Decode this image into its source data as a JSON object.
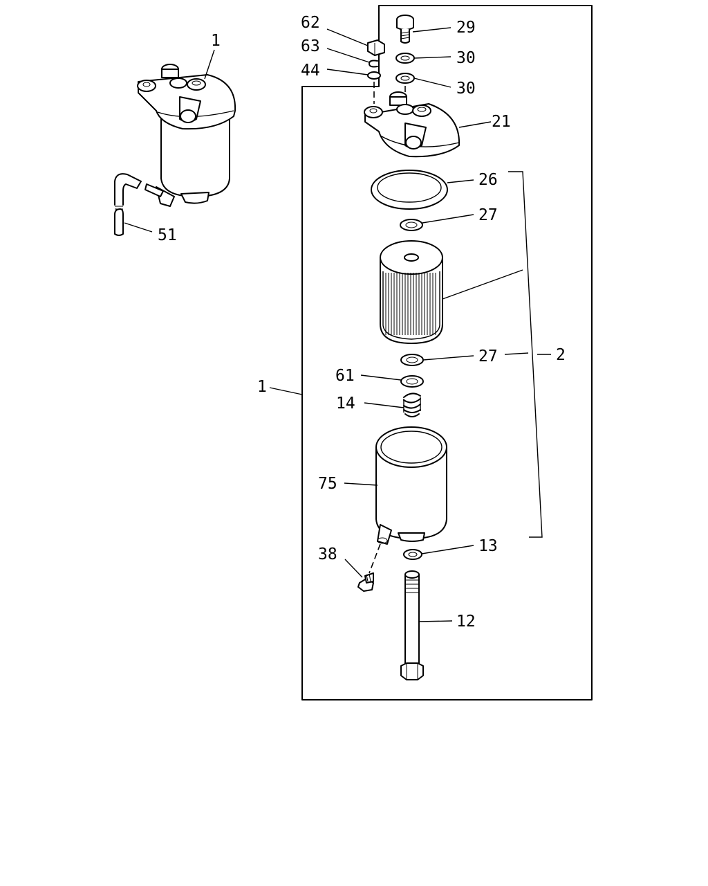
{
  "callouts": {
    "assembly_main": "1",
    "assembly_inset": "1",
    "element_kit": "2",
    "center_bolt": "12",
    "o_ring_bottom": "13",
    "spring": "14",
    "filter_head": "21",
    "head_gasket": "26",
    "seal_upper": "27",
    "seal_lower": "27",
    "plug_bolt": "29",
    "washer_upper": "30",
    "washer_lower": "30",
    "drain_plug": "38",
    "washer_small": "44",
    "hose": "51",
    "washer_spring": "61",
    "nut": "62",
    "lock_ring": "63",
    "bowl": "75"
  }
}
